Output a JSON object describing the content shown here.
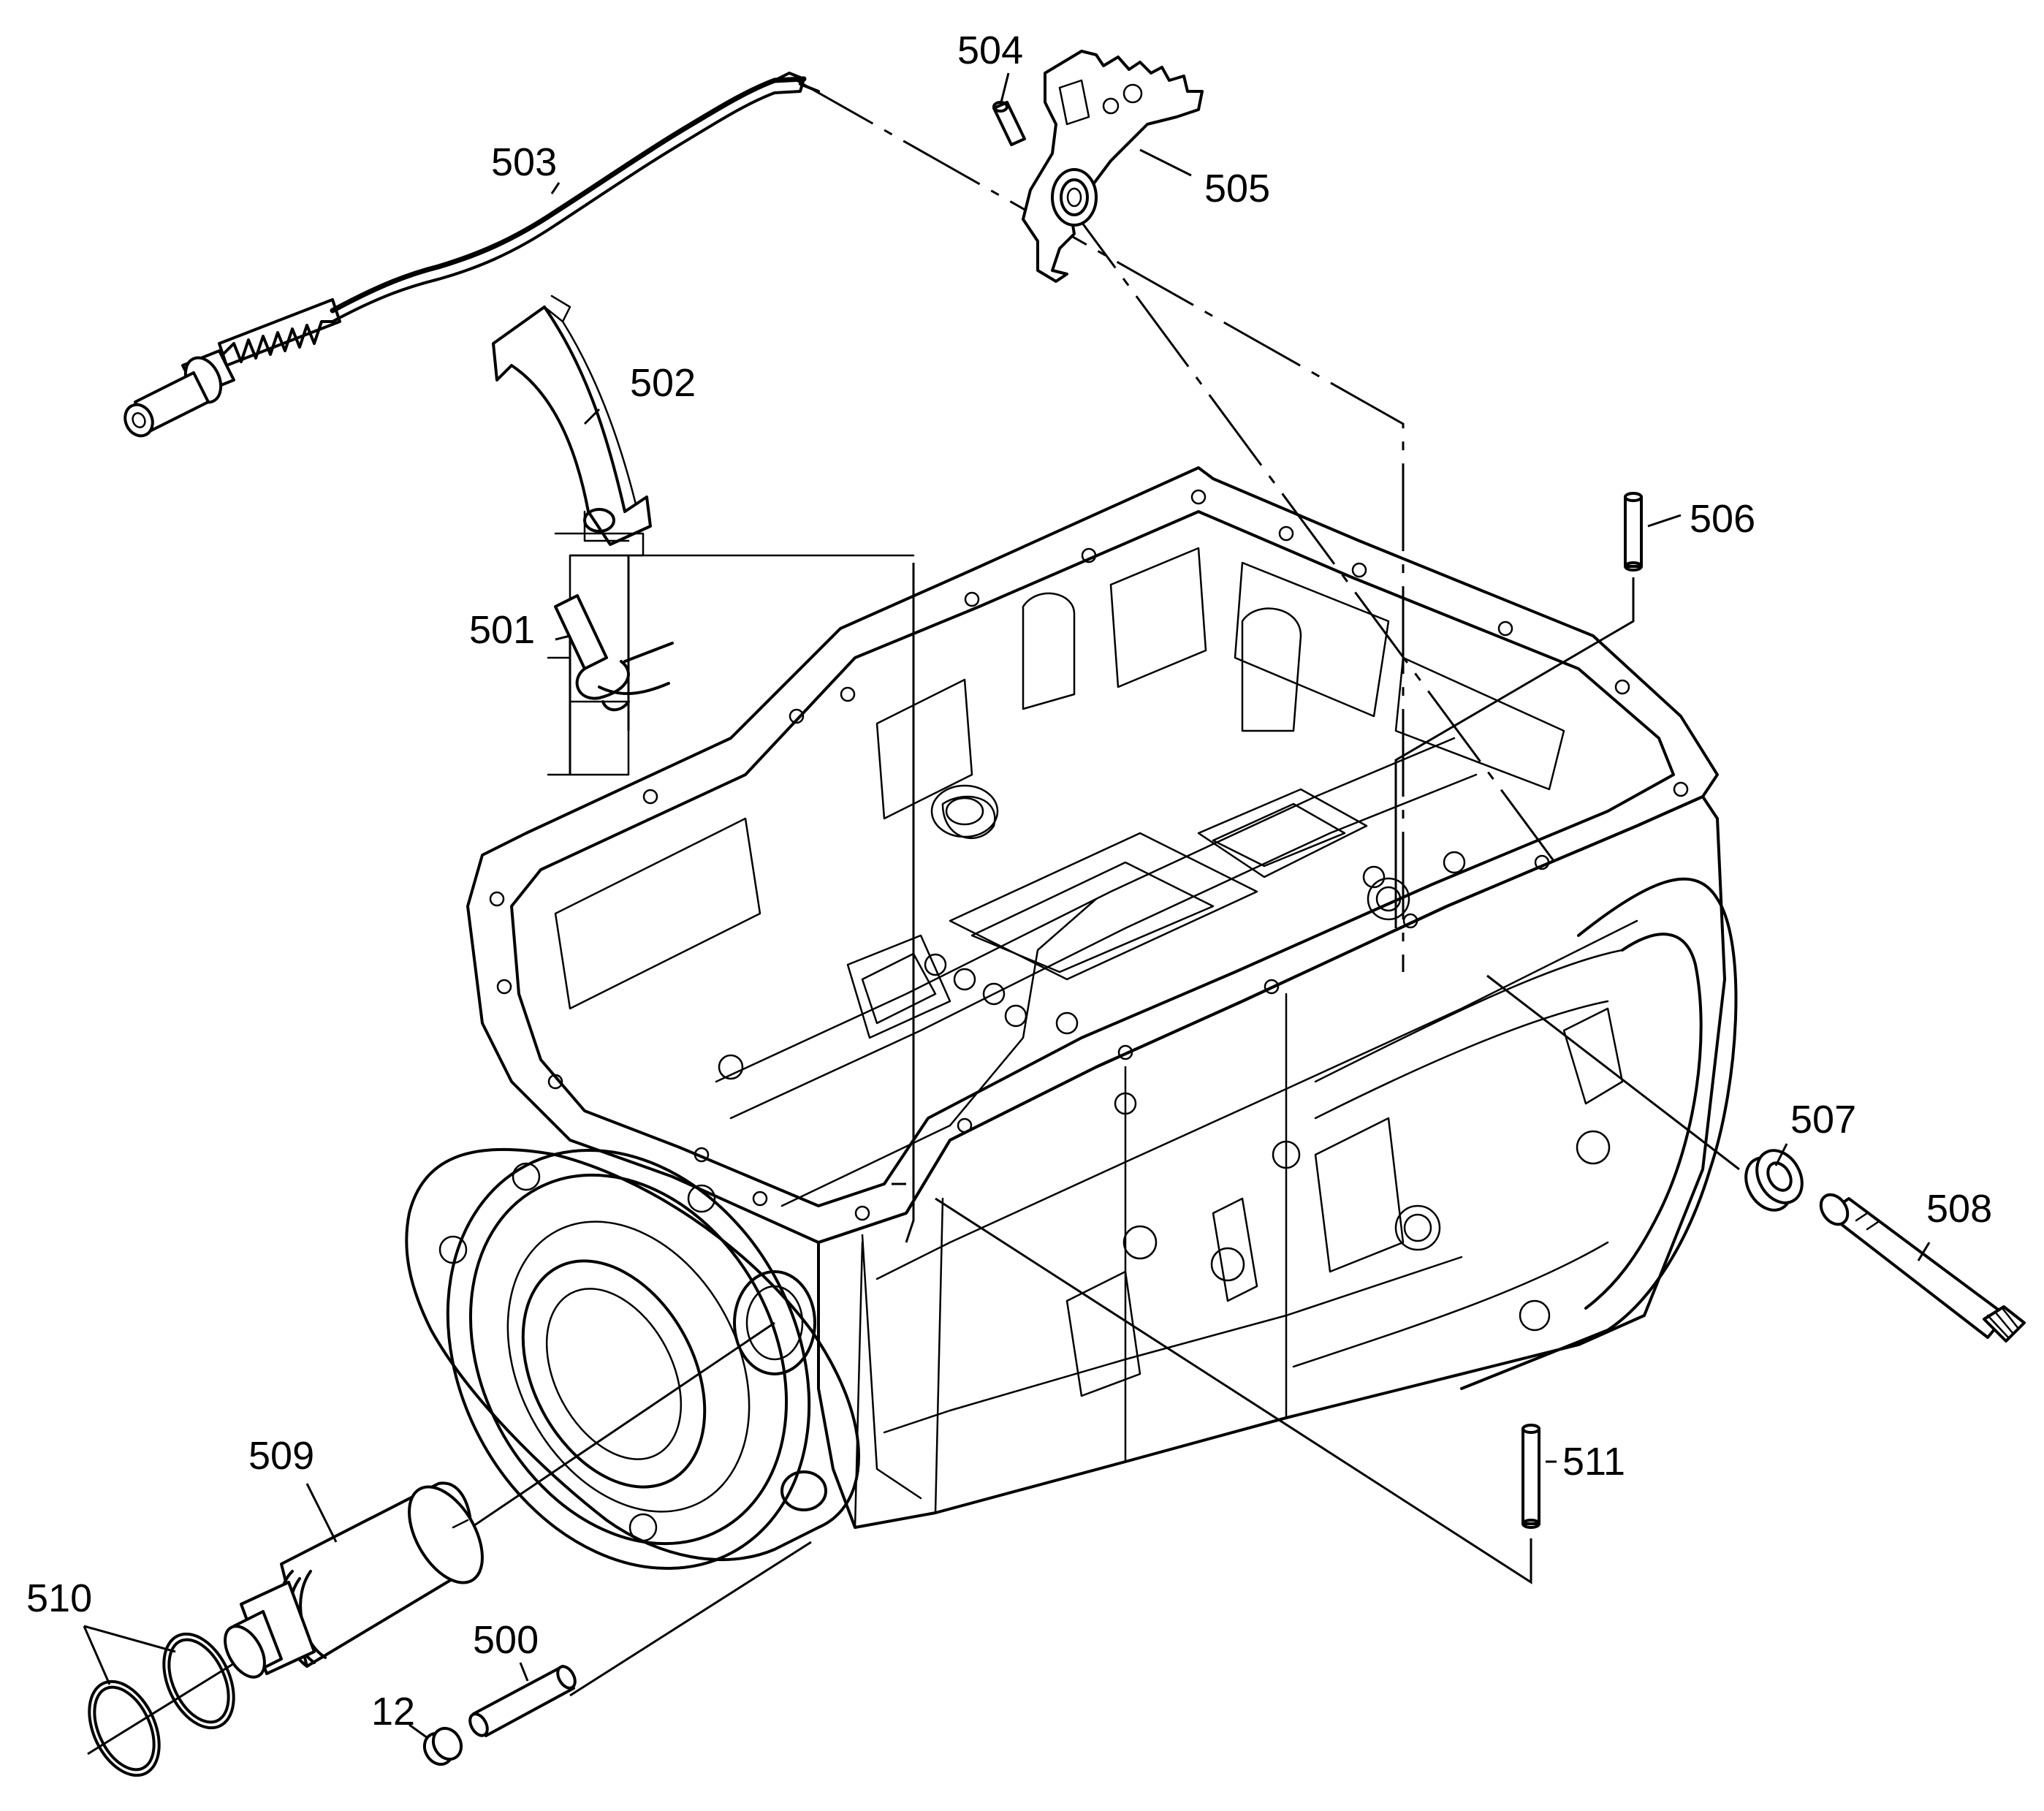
{
  "callouts": {
    "p500": "500",
    "p501": "501",
    "p502": "502",
    "p503": "503",
    "p504": "504",
    "p505": "505",
    "p506": "506",
    "p507": "507",
    "p508": "508",
    "p509": "509",
    "p510": "510",
    "p511": "511",
    "p12": "12"
  }
}
